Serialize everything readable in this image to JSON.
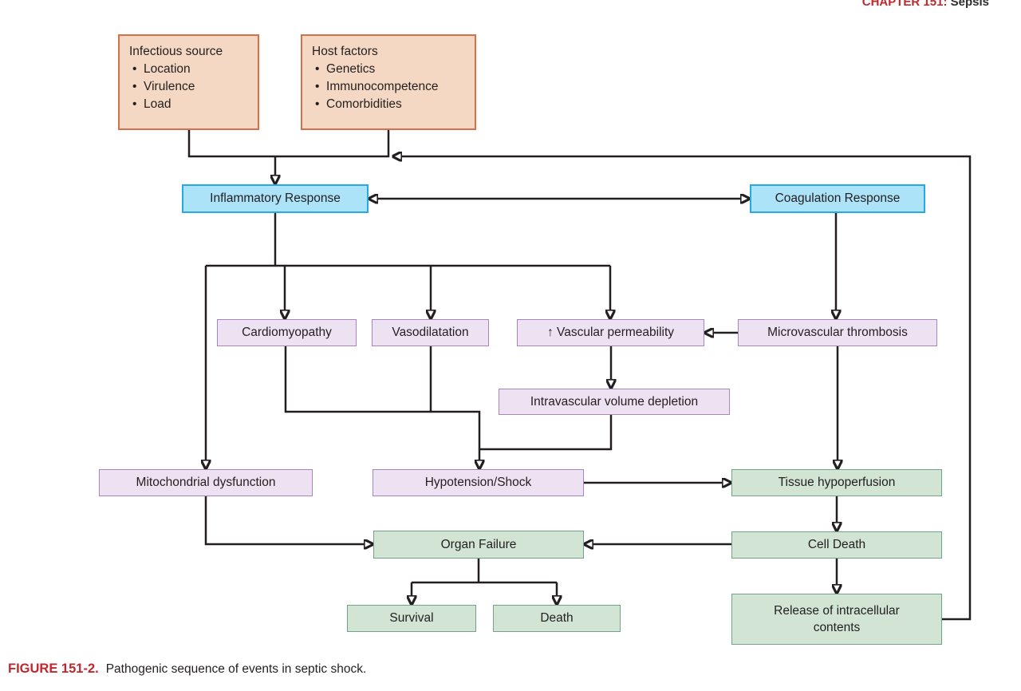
{
  "header": {
    "chapter_label": "CHAPTER 151:",
    "chapter_title": "Sepsis"
  },
  "caption": {
    "label": "FIGURE 151-2.",
    "text": "Pathogenic sequence of events in septic shock."
  },
  "nodes": {
    "infectious_source": {
      "title": "Infectious source",
      "bullets": [
        "Location",
        "Virulence",
        "Load"
      ]
    },
    "host_factors": {
      "title": "Host factors",
      "bullets": [
        "Genetics",
        "Immunocompetence",
        "Comorbidities"
      ]
    },
    "inflammatory_response": "Inflammatory Response",
    "coagulation_response": "Coagulation Response",
    "cardiomyopathy": "Cardiomyopathy",
    "vasodilatation": "Vasodilatation",
    "vascular_permeability": "↑ Vascular permeability",
    "microvascular_thrombosis": "Microvascular thrombosis",
    "intravascular_volume_depletion": "Intravascular volume depletion",
    "mitochondrial_dysfunction": "Mitochondrial dysfunction",
    "hypotension_shock": "Hypotension/Shock",
    "tissue_hypoperfusion": "Tissue hypoperfusion",
    "organ_failure": "Organ Failure",
    "cell_death": "Cell Death",
    "survival": "Survival",
    "death": "Death",
    "release_intracellular": "Release of intracellular contents"
  },
  "colors": {
    "line": "#231F20",
    "accent_red": "#C1272D",
    "tan_fill": "#F4D8C4",
    "tan_border": "#D2714A",
    "blue_fill": "#ADE3F9",
    "blue_border": "#27AAE1",
    "purple_fill": "#EDE2F2",
    "purple_border": "#A983BC",
    "green_fill": "#D2E4D3",
    "green_border": "#74A287"
  }
}
